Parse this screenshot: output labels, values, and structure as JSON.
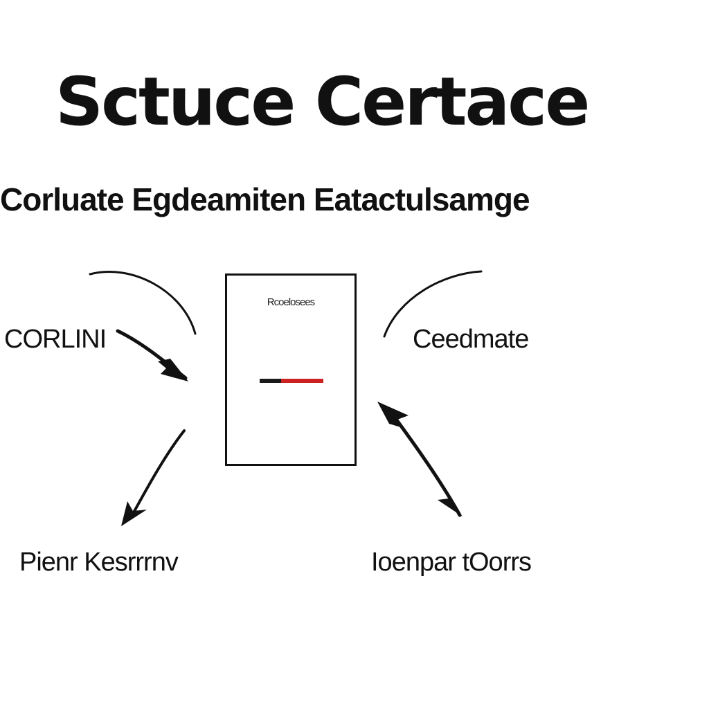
{
  "title": "Sctuce Certace",
  "subtitle": "Corluate Egdeamiten Eatactulsamge",
  "center_box": {
    "caption": "Rcoelosees",
    "bar_accent_color": "#cc2222"
  },
  "nodes": {
    "left_top": "CORLINI",
    "right_top": "Ceedmate",
    "left_bottom": "Pienr Kesrrrnv",
    "right_bottom": "Ioenpar tOorrs"
  },
  "colors": {
    "ink": "#111111",
    "accent": "#cc2222"
  }
}
